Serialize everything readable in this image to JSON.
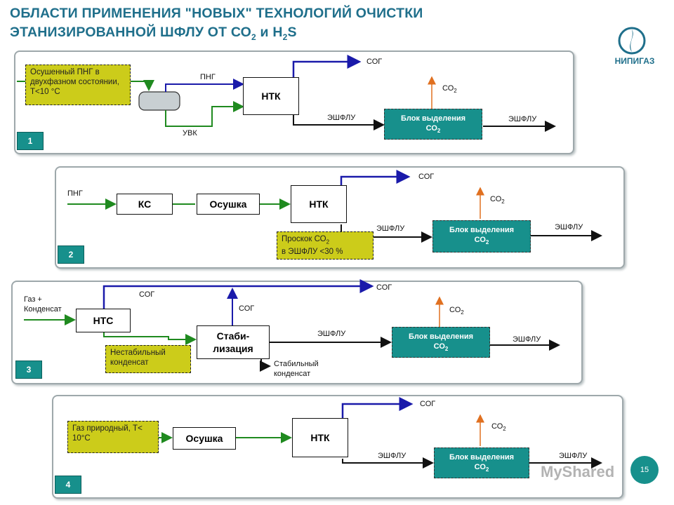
{
  "header": {
    "title_line1": "ОБЛАСТИ ПРИМЕНЕНИЯ \"НОВЫХ\" ТЕХНОЛОГИЙ ОЧИСТКИ",
    "title_line2_pre": "ЭТАНИЗИРОВАННОЙ ШФЛУ ОТ СО",
    "title_line2_sub1": "2",
    "title_line2_mid": " и Н",
    "title_line2_sub2": "2",
    "title_line2_end": "S"
  },
  "logo": {
    "name": "НИПИГАЗ"
  },
  "colors": {
    "teal": "#17908c",
    "yellow": "#cccc1a",
    "blue": "#1a1aaa",
    "green": "#1f8a1f",
    "orange": "#e07020"
  },
  "schemes": [
    {
      "number": "1",
      "input": "Осушенный ПНГ в двухфазном состоянии, Т<10 °С",
      "label_png": "ПНГ",
      "label_uvk": "УВК",
      "ntk": "НТК",
      "sog": "СОГ",
      "co2_main": "СО",
      "co2_sub": "2",
      "eshflu_in": "ЭШФЛУ",
      "eshflu_out": "ЭШФЛУ",
      "block_line1": "Блок выделения",
      "block_line2": "СО",
      "block_sub": "2"
    },
    {
      "number": "2",
      "label_png": "ПНГ",
      "ks": "КС",
      "osushka": "Осушка",
      "ntk": "НТК",
      "sog": "СОГ",
      "co2_main": "СО",
      "co2_sub": "2",
      "proskok_line1": "Проскок СО",
      "proskok_sub": "2",
      "proskok_line2": "в ЭШФЛУ <30 %",
      "eshflu_in": "ЭШФЛУ",
      "eshflu_out": "ЭШФЛУ",
      "block_line1": "Блок выделения",
      "block_line2": "СО",
      "block_sub": "2"
    },
    {
      "number": "3",
      "input": "Газ + Конденсат",
      "nts": "НТС",
      "sog1": "СОГ",
      "sog2": "СОГ",
      "sog3": "СОГ",
      "unstable": "Нестабильный конденсат",
      "stab": "Стаби- лизация",
      "stable": "Стабильный конденсат",
      "co2_main": "СО",
      "co2_sub": "2",
      "eshflu_in": "ЭШФЛУ",
      "eshflu_out": "ЭШФЛУ",
      "block_line1": "Блок выделения",
      "block_line2": "СО",
      "block_sub": "2"
    },
    {
      "number": "4",
      "input": "Газ природный, Т< 10°С",
      "osushka": "Осушка",
      "ntk": "НТК",
      "sog": "СОГ",
      "co2_main": "СО",
      "co2_sub": "2",
      "eshflu_in": "ЭШФЛУ",
      "eshflu_out": "ЭШФЛУ",
      "block_line1": "Блок выделения",
      "block_line2": "СО",
      "block_sub": "2"
    }
  ],
  "page_number": "15",
  "watermark": "MyShared"
}
